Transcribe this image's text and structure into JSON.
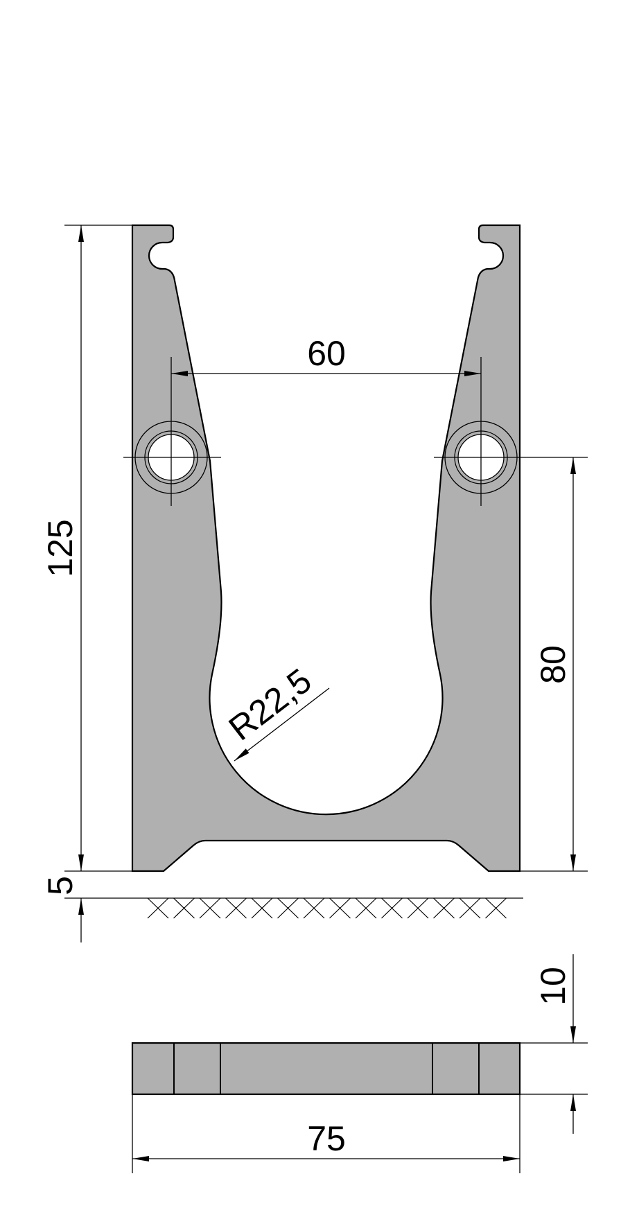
{
  "drawing": {
    "front_view": {
      "dimensions": {
        "overall_height": "125",
        "base_offset": "5",
        "hole_spacing": "60",
        "hole_height": "80",
        "channel_radius": "R22,5"
      }
    },
    "bottom_view": {
      "dimensions": {
        "thickness": "10",
        "width": "75"
      }
    },
    "colors": {
      "section_fill": "#b0b0b0",
      "line": "#000000",
      "background": "#ffffff"
    }
  }
}
